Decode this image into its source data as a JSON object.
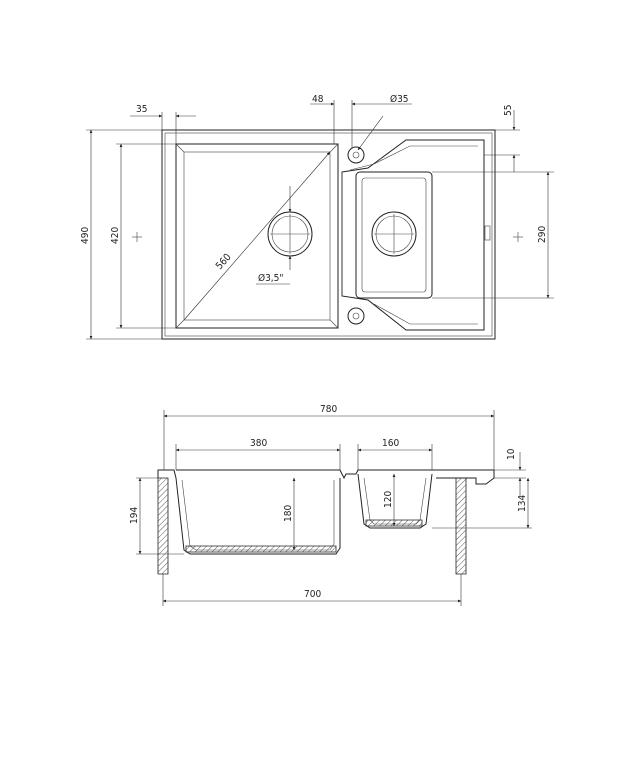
{
  "top_view": {
    "dims": {
      "d35": "35",
      "d48": "48",
      "dia35": "Ø35",
      "d55": "55",
      "d490": "490",
      "d420": "420",
      "d560": "560",
      "drain": "Ø3,5\"",
      "d290": "290"
    }
  },
  "section_view": {
    "dims": {
      "d780": "780",
      "d380": "380",
      "d160": "160",
      "d10": "10",
      "d194": "194",
      "d180": "180",
      "d120": "120",
      "d134": "134",
      "d700": "700"
    }
  }
}
